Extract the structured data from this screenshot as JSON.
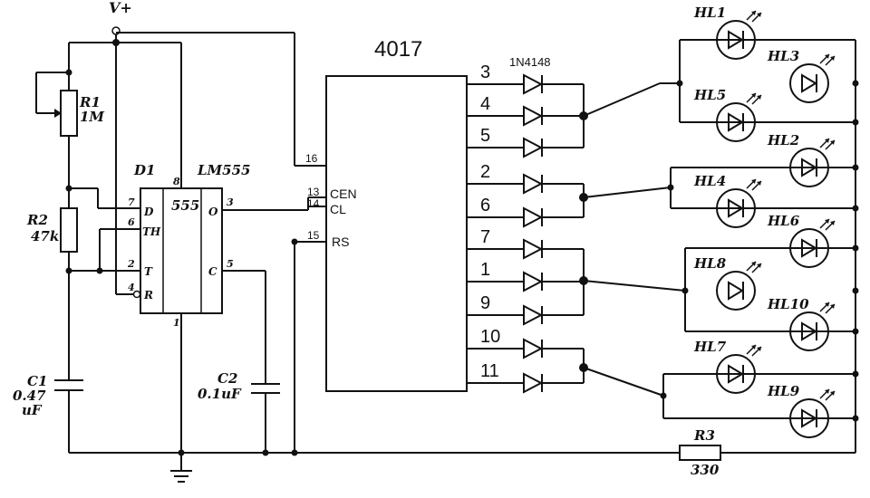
{
  "supply": {
    "label": "V+"
  },
  "ic4017": {
    "title": "4017",
    "pins": {
      "vcc": "16",
      "cen_num": "13",
      "cl_num": "14",
      "rs_num": "15"
    },
    "pin_names": {
      "cen": "CEN",
      "cl": "CL",
      "rs": "RS"
    },
    "outputs": [
      "3",
      "4",
      "5",
      "2",
      "6",
      "7",
      "1",
      "9",
      "10",
      "11"
    ]
  },
  "diode_type": "1N4148",
  "timer": {
    "designator": "D1",
    "part": "LM555",
    "body": "555",
    "pins": {
      "p7": "7",
      "p6": "6",
      "p2": "2",
      "p4": "4",
      "p8": "8",
      "p3": "3",
      "p5": "5",
      "p1": "1"
    },
    "pin_names": {
      "d": "D",
      "th": "TH",
      "t": "T",
      "r": "R",
      "o": "O",
      "c": "C"
    }
  },
  "components": {
    "r1": {
      "name": "R1",
      "value": "1M"
    },
    "r2": {
      "name": "R2",
      "value": "47k"
    },
    "r3": {
      "name": "R3",
      "value": "330"
    },
    "c1": {
      "name": "C1",
      "value_a": "0.47",
      "value_b": "uF"
    },
    "c2": {
      "name": "C2",
      "value": "0.1uF"
    }
  },
  "leds": [
    "HL1",
    "HL3",
    "HL5",
    "HL2",
    "HL4",
    "HL6",
    "HL8",
    "HL10",
    "HL7",
    "HL9"
  ]
}
